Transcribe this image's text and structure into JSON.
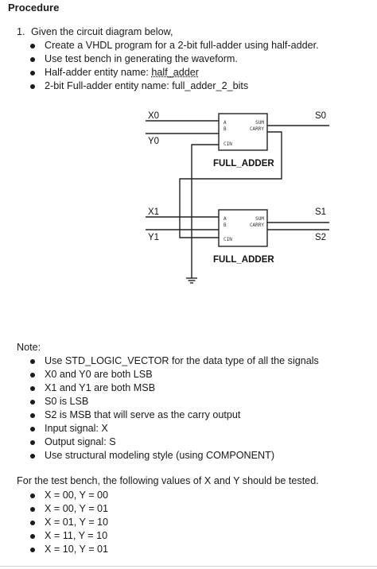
{
  "heading": "Procedure",
  "step": {
    "number": "1.",
    "intro": "Given the circuit diagram below,",
    "items": [
      {
        "text": "Create a VHDL program for a 2-bit full-adder using half-adder."
      },
      {
        "text": "Use test bench in generating the waveform."
      },
      {
        "prefix": "Half-adder entity name: ",
        "value": "half_adder"
      },
      {
        "prefix": "2-bit Full-adder entity name: ",
        "value": "full_adder_2_bits"
      }
    ]
  },
  "diagram": {
    "inputs": [
      "X0",
      "Y0",
      "X1",
      "Y1"
    ],
    "outputs": [
      "S0",
      "S1",
      "S2"
    ],
    "block_label": "FULL_ADDER",
    "pins": {
      "a": "A",
      "b": "B",
      "cin": "CIN",
      "sum": "SUM",
      "carry": "CARRY"
    }
  },
  "note": {
    "title": "Note:",
    "items": [
      "Use STD_LOGIC_VECTOR for the data type of all the signals",
      "X0 and Y0 are both LSB",
      "X1 and Y1 are both MSB",
      "S0 is LSB",
      "S2 is MSB that will serve as the carry output",
      "Input signal: X",
      "Output signal: S",
      "Use structural modeling style (using COMPONENT)"
    ]
  },
  "testbench": {
    "intro": "For the test bench, the following values of X and Y should be tested.",
    "items": [
      "X = 00, Y = 00",
      "X = 00, Y = 01",
      "X = 01, Y = 10",
      "X = 11, Y = 10",
      "X = 10, Y = 01"
    ]
  }
}
